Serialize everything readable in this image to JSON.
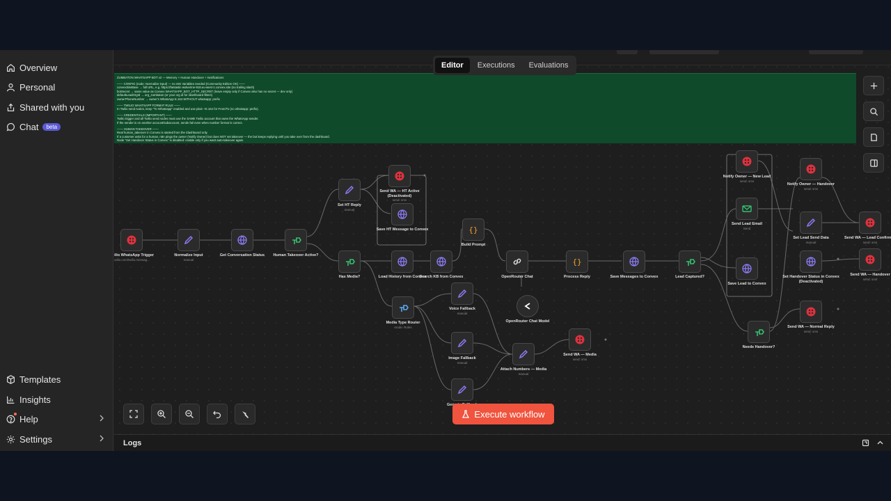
{
  "sidebar": {
    "top": [
      {
        "label": "Overview",
        "icon": "home-icon"
      },
      {
        "label": "Personal",
        "icon": "user-icon"
      },
      {
        "label": "Shared with you",
        "icon": "share-icon"
      },
      {
        "label": "Chat",
        "icon": "chat-icon",
        "badge": "beta"
      }
    ],
    "bottom": [
      {
        "label": "Templates",
        "icon": "box-icon"
      },
      {
        "label": "Insights",
        "icon": "chart-icon"
      },
      {
        "label": "Help",
        "icon": "help-icon"
      },
      {
        "label": "Settings",
        "icon": "gear-icon"
      }
    ]
  },
  "tabs": [
    "Editor",
    "Executions",
    "Evaluations"
  ],
  "active_tab": "Editor",
  "sticky_note": [
    "ZUMBATON WHATSAPP BOT v2 — Memory + Human Handover + Notifications",
    "",
    "—— CONFIG (node: Normalize input) — no n8n Variables needed (Community Edition OK) ——",
    "convexSiteBase → full URL, e.g. https://fantastic-wolverine-918.eu-west-1.convex.site (no trailing slash)",
    "botSecret → same value as Convex WHATSAPP_BOT_HTTP_SECRET (leave empty only if Convex also has no secret — dev only)",
    "defaultLeadOrgId → org_zumbaton (or your org id for /dashboard filters)",
    "ownerPhoneNumber → owner's WhatsApp E.164 WITHOUT whatsapp: prefix",
    "",
    "—— TWILIO WHATSAPP FORMAT RULE ——",
    "In Twilio send nodes, keep \"To Whatsapp\" enabled and use plain +E.164 for From/To (no whatsapp: prefix).",
    "",
    "—— CREDENTIALS (IMPORTANT) ——",
    "Twilio trigger and all Twilio send nodes must use the SAME Twilio account that owns the WhatsApp sender.",
    "If the sender is on another account/subaccount, sends fail even when number format is correct.",
    "",
    "—— HUMAN TAKEOVER ——",
    "Real human_takeover in Convex is started from the /dashboard only.",
    "If a customer asks for a human, n8n pings the owner (Notify Owner) but does NOT set takeover — the bot keeps replying until you take over from the dashboard.",
    "Node \"Set Handover Status in Convex\" is disabled: enable only if you want auto-takeover again."
  ],
  "nodes": [
    {
      "id": "trigger",
      "label": "Twilio WhatsApp Trigger",
      "sub": "twilio.com/twilio.messag...",
      "icon": "twilio-icon"
    },
    {
      "id": "normalize",
      "label": "Normalize Input",
      "sub": "manual",
      "icon": "pencil-icon"
    },
    {
      "id": "getconv",
      "label": "Get Conversation Status",
      "sub": "",
      "icon": "globe-icon"
    },
    {
      "id": "takeover",
      "label": "Human Takeover Active?",
      "sub": "",
      "icon": "if-icon"
    },
    {
      "id": "setht",
      "label": "Set HT Reply",
      "sub": "manual",
      "icon": "pencil-icon"
    },
    {
      "id": "sendwaht",
      "label": "Send WA — HT Active (Deactivated)",
      "sub": "send: sms",
      "icon": "twilio-icon"
    },
    {
      "id": "saveht",
      "label": "Save HT Message to Convex",
      "sub": "",
      "icon": "globe-icon"
    },
    {
      "id": "hasmedia",
      "label": "Has Media?",
      "sub": "",
      "icon": "if-icon"
    },
    {
      "id": "loadhist",
      "label": "Load History from Convex",
      "sub": "",
      "icon": "globe-icon"
    },
    {
      "id": "searchkb",
      "label": "Search KB from Convex",
      "sub": "",
      "icon": "globe-icon"
    },
    {
      "id": "buildprompt",
      "label": "Build Prompt",
      "sub": "",
      "icon": "code-icon"
    },
    {
      "id": "orchat",
      "label": "OpenRouter Chat",
      "sub": "",
      "icon": "link-icon"
    },
    {
      "id": "ormodel",
      "label": "OpenRouter Chat Model",
      "sub": "",
      "icon": "openrouter-icon"
    },
    {
      "id": "processreply",
      "label": "Process Reply",
      "sub": "",
      "icon": "code-icon"
    },
    {
      "id": "savemsgs",
      "label": "Save Messages to Convex",
      "sub": "",
      "icon": "globe-icon"
    },
    {
      "id": "leadcap",
      "label": "Lead Captured?",
      "sub": "",
      "icon": "if-icon"
    },
    {
      "id": "mediarouter",
      "label": "Media Type Router",
      "sub": "mode: Rules",
      "icon": "switch-icon"
    },
    {
      "id": "voicefb",
      "label": "Voice Fallback",
      "sub": "manual",
      "icon": "pencil-icon"
    },
    {
      "id": "imagefb",
      "label": "Image Fallback",
      "sub": "manual",
      "icon": "pencil-icon"
    },
    {
      "id": "genericfb",
      "label": "Generic Fallback",
      "sub": "",
      "icon": "pencil-icon"
    },
    {
      "id": "attachnum",
      "label": "Attach Numbers — Media",
      "sub": "manual",
      "icon": "pencil-icon"
    },
    {
      "id": "sendwamedia",
      "label": "Send WA — Media",
      "sub": "send: sms",
      "icon": "twilio-icon"
    },
    {
      "id": "notifynew",
      "label": "Notify Owner — New Lead",
      "sub": "send: sms",
      "icon": "twilio-icon"
    },
    {
      "id": "sendleademail",
      "label": "Send Lead Email",
      "sub": "Send",
      "icon": "mail-icon"
    },
    {
      "id": "saveleadconvex",
      "label": "Save Lead to Convex",
      "sub": "",
      "icon": "globe-icon"
    },
    {
      "id": "needshand",
      "label": "Needs Handover?",
      "sub": "",
      "icon": "if-icon"
    },
    {
      "id": "notifyhand",
      "label": "Notify Owner — Handover",
      "sub": "send: sms",
      "icon": "twilio-icon"
    },
    {
      "id": "setleadsend",
      "label": "Set Lead Send Data",
      "sub": "manual",
      "icon": "pencil-icon"
    },
    {
      "id": "sethandstatus",
      "label": "Set Handover Status in Convex (Deactivated)",
      "sub": "",
      "icon": "globe-icon"
    },
    {
      "id": "sendwanormal",
      "label": "Send WA — Normal Reply",
      "sub": "send: sms",
      "icon": "twilio-icon"
    },
    {
      "id": "sendwalead",
      "label": "Send WA — Lead Confirmed",
      "sub": "send: sms",
      "icon": "twilio-icon"
    },
    {
      "id": "sendwahand",
      "label": "Send WA — Handover",
      "sub": "send: sms",
      "icon": "twilio-icon"
    }
  ],
  "execute_label": "Execute workflow",
  "logs_label": "Logs",
  "colors": {
    "accent": "#f0533e",
    "sticky": "#0f4a2a",
    "twilio": "#e0313e",
    "globe": "#8b7cf6",
    "if": "#35c070",
    "code": "#f0a030"
  }
}
